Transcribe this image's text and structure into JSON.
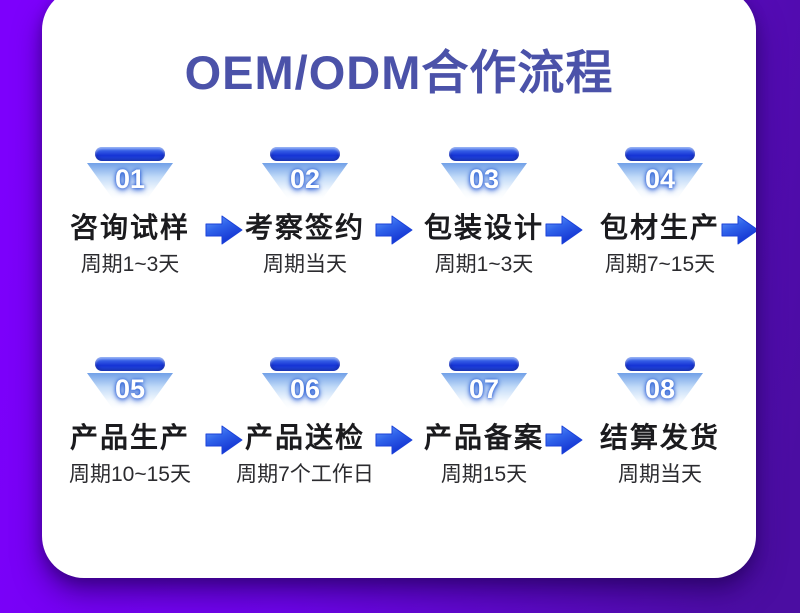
{
  "page": {
    "title": "OEM/ODM合作流程"
  },
  "colors": {
    "background_purple_left": "#7d00fc",
    "background_purple_right": "#4b0da2",
    "card_background": "#ffffff",
    "title_blue": "#4b52a9",
    "badge_blue": "#1634d6",
    "arrow_blue": "#2f62ea",
    "step_name_text": "#1b1b1e",
    "step_cycle_text": "#2b2b2f"
  },
  "steps": [
    {
      "number": "01",
      "name": "咨询试样",
      "cycle": "周期1~3天",
      "arrow_after": true
    },
    {
      "number": "02",
      "name": "考察签约",
      "cycle": "周期当天",
      "arrow_after": true
    },
    {
      "number": "03",
      "name": "包装设计",
      "cycle": "周期1~3天",
      "arrow_after": true
    },
    {
      "number": "04",
      "name": "包材生产",
      "cycle": "周期7~15天",
      "arrow_after": true
    },
    {
      "number": "05",
      "name": "产品生产",
      "cycle": "周期10~15天",
      "arrow_after": true
    },
    {
      "number": "06",
      "name": "产品送检",
      "cycle": "周期7个工作日",
      "arrow_after": true
    },
    {
      "number": "07",
      "name": "产品备案",
      "cycle": "周期15天",
      "arrow_after": true
    },
    {
      "number": "08",
      "name": "结算发货",
      "cycle": "周期当天",
      "arrow_after": false
    }
  ]
}
